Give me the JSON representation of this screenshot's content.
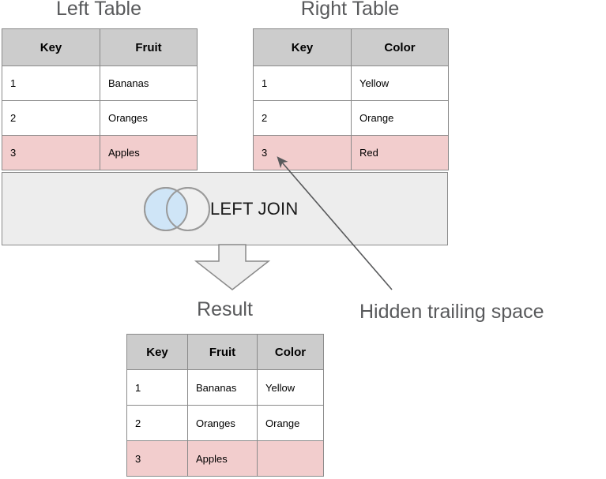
{
  "titles": {
    "left": "Left Table",
    "right": "Right Table",
    "result": "Result"
  },
  "left_table": {
    "headers": [
      "Key",
      "Fruit"
    ],
    "rows": [
      {
        "cells": [
          "1",
          "Bananas"
        ],
        "highlight": false
      },
      {
        "cells": [
          "2",
          "Oranges"
        ],
        "highlight": false
      },
      {
        "cells": [
          "3",
          "Apples"
        ],
        "highlight": true
      }
    ]
  },
  "right_table": {
    "headers": [
      "Key",
      "Color"
    ],
    "rows": [
      {
        "cells": [
          "1",
          "Yellow"
        ],
        "highlight": false
      },
      {
        "cells": [
          "2",
          "Orange"
        ],
        "highlight": false
      },
      {
        "cells": [
          "3",
          "Red"
        ],
        "highlight": true
      }
    ]
  },
  "result_table": {
    "headers": [
      "Key",
      "Fruit",
      "Color"
    ],
    "rows": [
      {
        "cells": [
          "1",
          "Bananas",
          "Yellow"
        ],
        "highlight": false
      },
      {
        "cells": [
          "2",
          "Oranges",
          "Orange"
        ],
        "highlight": false
      },
      {
        "cells": [
          "3",
          "Apples",
          ""
        ],
        "highlight": true
      }
    ]
  },
  "join": {
    "label": "LEFT JOIN",
    "venn_icon": "venn-left-join-icon",
    "left_circle_fill": "#cfe5f7",
    "right_circle_fill": "#f0f0f0",
    "circle_stroke": "#9a9a9a",
    "band_fill": "#ededed"
  },
  "flow": {
    "down_arrow_icon": "down-arrow-icon"
  },
  "annotation": {
    "text": "Hidden trailing space",
    "pointer_icon": "pointer-arrow-icon",
    "color": "#58595b"
  },
  "colors": {
    "header_fill": "#cccccc",
    "highlight_fill": "#f2cdcd",
    "border": "#8a8a8a",
    "title_text": "#58595b"
  }
}
